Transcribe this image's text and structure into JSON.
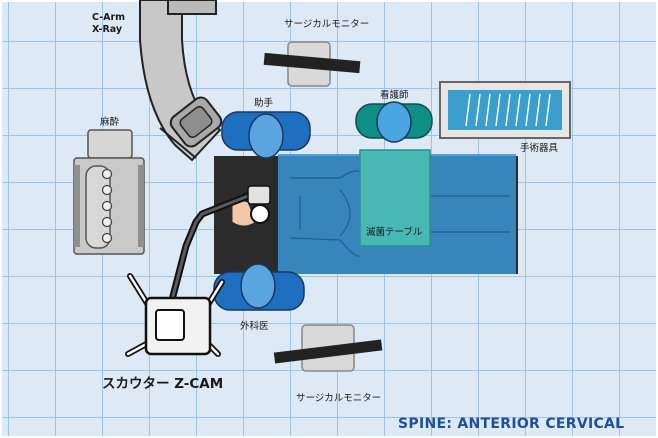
{
  "labels": {
    "carm_line1": "C-Arm",
    "carm_line2": "X-Ray",
    "monitor_top": "サージカルモニター",
    "monitor_bottom": "サージカルモニター",
    "assistant": "助手",
    "nurse": "看護師",
    "anesthesia": "麻酔",
    "instruments": "手術器具",
    "sterile_table": "滅菌テーブル",
    "surgeon": "外科医",
    "scope": "スカウター Z-CAM",
    "title": "SPINE: ANTERIOR CERVICAL"
  },
  "icons": {
    "carm": "c-arm-icon",
    "monitor": "monitor-icon",
    "anesthesia": "anesthesia-machine-icon",
    "instrument_tray": "instrument-tray-icon",
    "surgeon": "person-icon",
    "scope_cart": "camera-cart-icon"
  },
  "colors": {
    "floor": "#dde9f4",
    "grid": "#9cc4e4",
    "staff": "#1e6fc0",
    "nurse": "#0f8f84",
    "patient": "#3a95d4",
    "sterile": "#48b8b4",
    "title": "#1f4f9a"
  }
}
